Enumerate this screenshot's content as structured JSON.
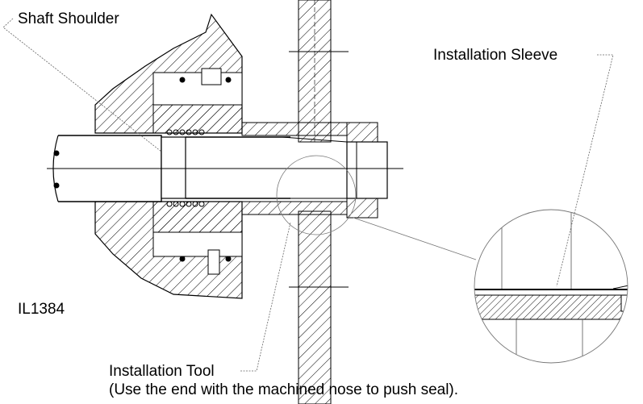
{
  "drawing": {
    "labels": {
      "shaft_shoulder": "Shaft Shoulder",
      "installation_sleeve": "Installation Sleeve",
      "figure_code": "IL1384",
      "installation_tool": "Installation Tool",
      "tool_note": "(Use the end with the machined nose to push seal)."
    },
    "colors": {
      "line": "#000000",
      "leader": "#555555",
      "background": "#ffffff"
    }
  }
}
